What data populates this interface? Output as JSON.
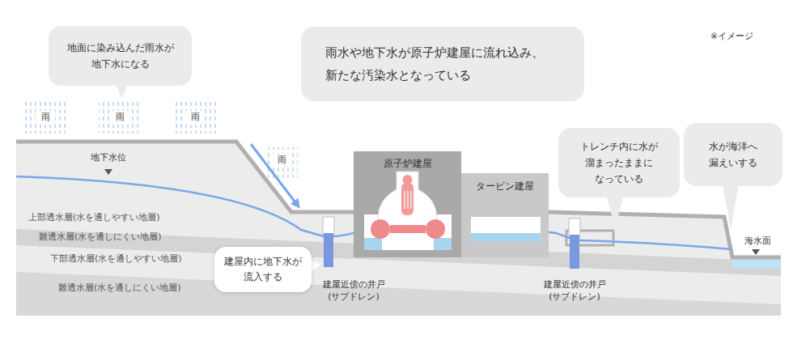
{
  "diagram": {
    "nodes": [
      {
        "text": [
          "地面に染み込んだ雨水が 地下水になる"
        ]
      },
      {
        "text": [
          "雨水や地下水が原子炉建屋に流れ込み、 新たな汚染水となっている"
        ]
      },
      {
        "text": [
          "原子炉建屋"
        ]
      },
      {
        "text": [
          "タービン建屋"
        ]
      },
      {
        "text": [
          "建屋内に地下水が 流入する"
        ]
      },
      {
        "text": [
          "トレンチ内に水が 溜まったままに なっている"
        ]
      },
      {
        "text": [
          "水が海洋へ 漏えいする"
        ]
      }
    ],
    "labels": [
      "※イメージ",
      "雨",
      "雨",
      "雨",
      "雨",
      "地下水位",
      "上部透水層(水を通しやすい地層)",
      "難透水層(水を通しにくい地層)",
      "下部透水層(水を通しやすい地層)",
      "難透水層(水を通しにくい地層)",
      "建屋近傍の井戸 (サブドレン)",
      "建屋近傍の井戸 (サブドレン)",
      "海水面"
    ]
  }
}
